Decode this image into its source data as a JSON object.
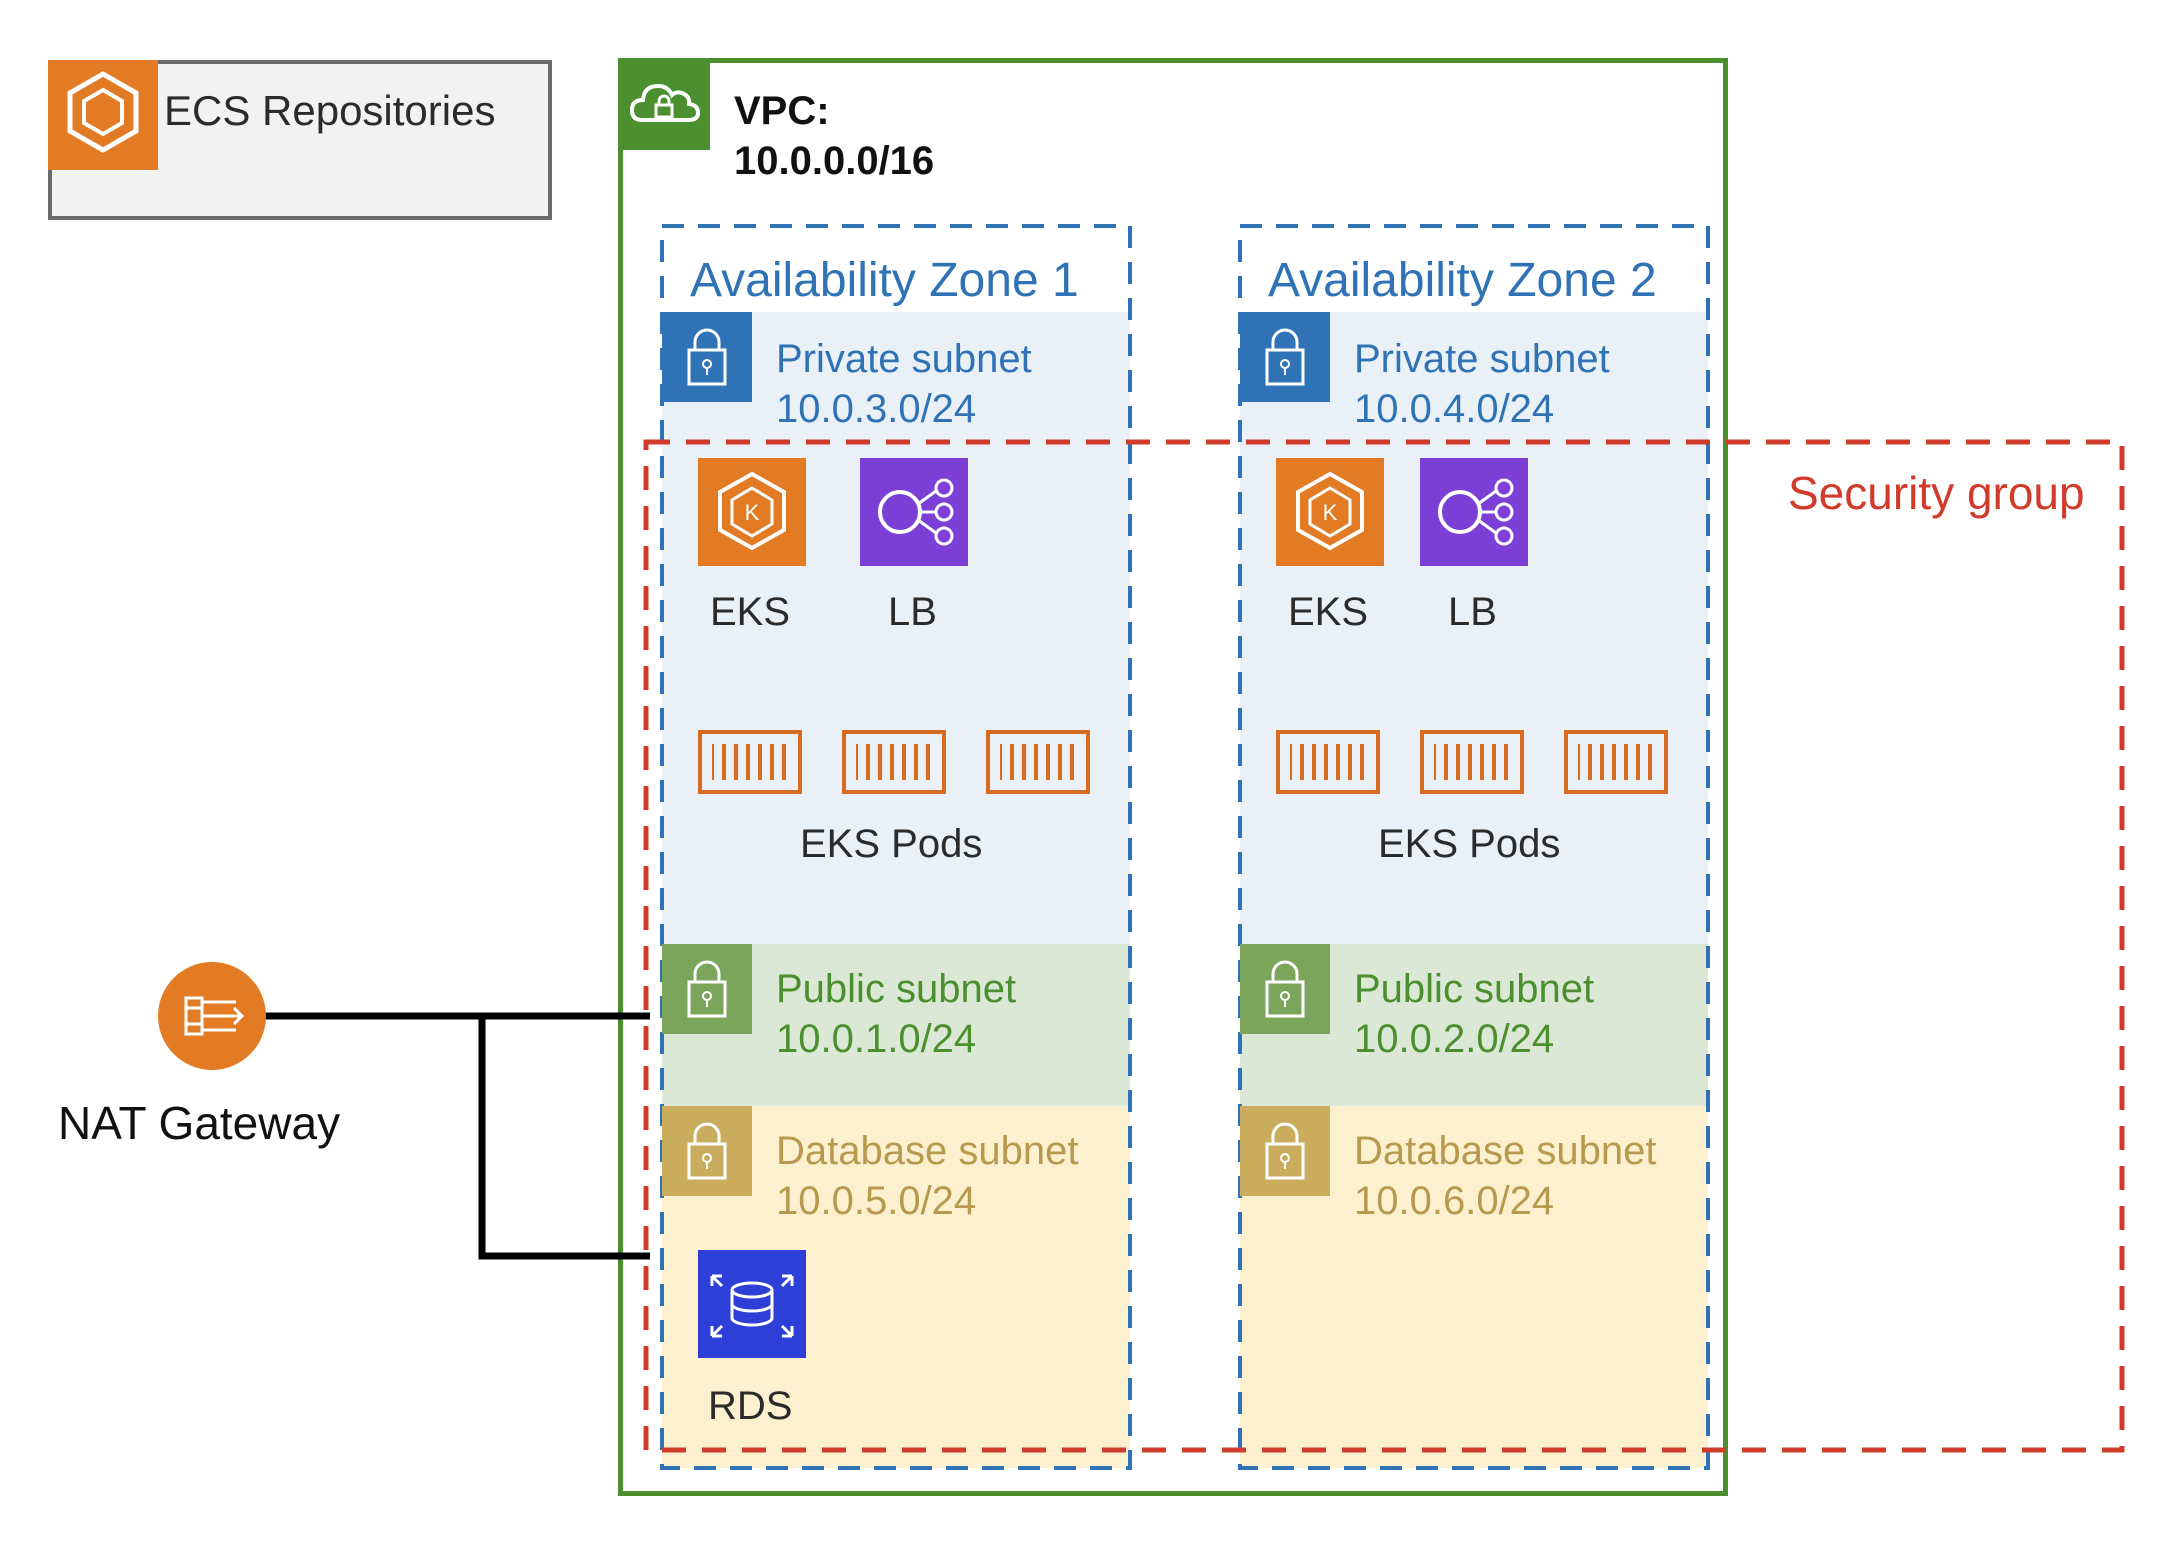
{
  "ecs": {
    "label": "ECS Repositories",
    "icon": "ecr-repository-icon"
  },
  "vpc": {
    "title_line1": "VPC:",
    "title_line2": "10.0.0.0/16",
    "icon": "vpc-cloud-lock-icon"
  },
  "security_group": {
    "label": "Security group"
  },
  "nat": {
    "label": "NAT Gateway",
    "icon": "nat-gateway-icon"
  },
  "az1": {
    "title": "Availability Zone 1",
    "private": {
      "name": "Private subnet",
      "cidr": "10.0.3.0/24"
    },
    "public": {
      "name": "Public subnet",
      "cidr": "10.0.1.0/24"
    },
    "database": {
      "name": "Database subnet",
      "cidr": "10.0.5.0/24"
    },
    "eks": "EKS",
    "lb": "LB",
    "pods": "EKS Pods",
    "rds": "RDS"
  },
  "az2": {
    "title": "Availability Zone 2",
    "private": {
      "name": "Private subnet",
      "cidr": "10.0.4.0/24"
    },
    "public": {
      "name": "Public subnet",
      "cidr": "10.0.2.0/24"
    },
    "database": {
      "name": "Database subnet",
      "cidr": "10.0.6.0/24"
    },
    "eks": "EKS",
    "lb": "LB",
    "pods": "EKS Pods"
  },
  "colors": {
    "vpc_border": "#4b8f2e",
    "az_border": "#2f73b6",
    "security_group": "#d13b2c",
    "private_fill": "#e9f1f7",
    "public_fill": "#dbe8d6",
    "database_fill": "#fcf0cf",
    "eks_orange": "#e27b24",
    "lb_purple": "#7b3fd6",
    "rds_navy": "#2d3fd6"
  }
}
